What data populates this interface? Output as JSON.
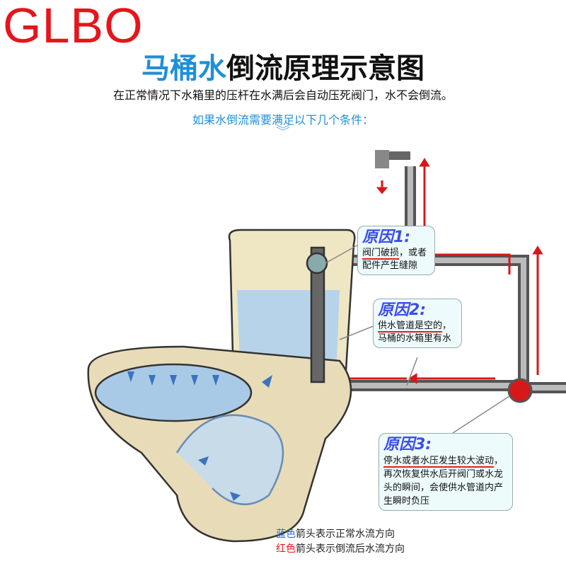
{
  "logo": "GLBO",
  "title": {
    "highlight": "马桶水",
    "rest": "倒流原理示意图"
  },
  "subtitle": "在正常情况下水箱里的压杆在水满后会自动压死阀门，水不会倒流。",
  "conditions": "如果水倒流需要满足以下几个条件：",
  "chevron": "︾",
  "callouts": [
    {
      "heading": "原因1:",
      "underlined": "阀门破损",
      "rest": "，或者配件产生缝隙"
    },
    {
      "heading": "原因2:",
      "underlined": "供水管道是空的",
      "rest": "，马桶的水箱里有水"
    },
    {
      "heading": "原因3:",
      "underlined": "停水或者水压发生较大波动",
      "rest": "，再次恢复供水后开阀门或水龙头的瞬间，会使供水管道内产生瞬时负压"
    }
  ],
  "legend": {
    "blue_word": "蓝色",
    "blue_text": "箭头表示正常水流方向",
    "red_word": "红色",
    "red_text": "箭头表示倒流后水流方向"
  },
  "colors": {
    "blue": "#1f8fd8",
    "red": "#e8141b",
    "legend_blue": "#2a5bf0"
  }
}
